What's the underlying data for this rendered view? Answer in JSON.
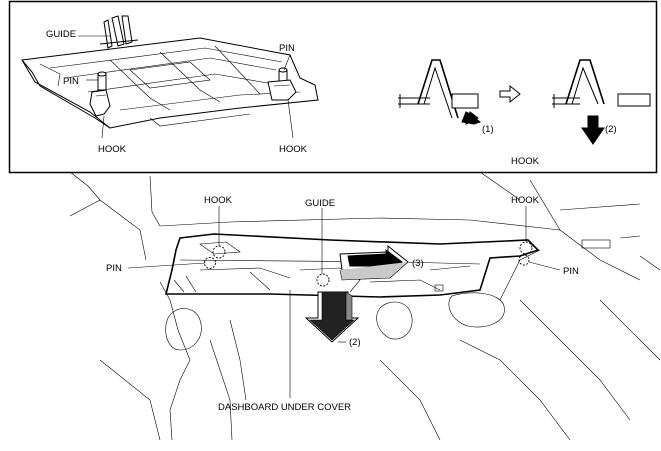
{
  "inset": {
    "labels": {
      "guide": "GUIDE",
      "pin_left": "PIN",
      "pin_right": "PIN",
      "hook_left": "HOOK",
      "hook_right": "HOOK",
      "step1": "(1)",
      "step2": "(2)",
      "hook_caption": "HOOK"
    }
  },
  "main": {
    "labels": {
      "hook_left": "HOOK",
      "guide": "GUIDE",
      "hook_right": "HOOK",
      "pin_left": "PIN",
      "pin_right": "PIN",
      "step3": "(3)",
      "step2": "(2)",
      "component": "DASHBOARD UNDER COVER"
    }
  }
}
